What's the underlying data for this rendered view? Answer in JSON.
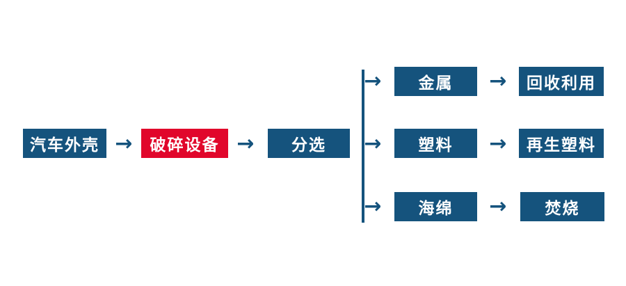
{
  "flowchart": {
    "arrow_glyph": "→",
    "palette": {
      "node_blue": "#15537d",
      "node_red": "#e1062b",
      "arrow_blue": "#15537d",
      "node_text": "#ffffff",
      "background": "#ffffff"
    },
    "main_chain": [
      {
        "label": "汽车外壳",
        "variant": "blue"
      },
      {
        "label": "破碎设备",
        "variant": "red"
      },
      {
        "label": "分选",
        "variant": "blue"
      }
    ],
    "branches": [
      {
        "material": "金属",
        "outcome": "回收利用"
      },
      {
        "material": "塑料",
        "outcome": "再生塑料"
      },
      {
        "material": "海绵",
        "outcome": "焚烧"
      }
    ]
  }
}
